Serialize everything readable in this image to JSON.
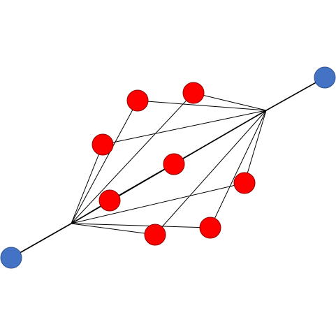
{
  "colors": {
    "background": "#ffffff",
    "line": "#000000",
    "endpoint_fill": "#4472c4",
    "endpoint_stroke": "#2f528f",
    "node_fill": "#ff0000",
    "node_stroke": "#8b0000"
  },
  "diagram": {
    "endpoints": [
      {
        "id": "endpoint-top-right"
      },
      {
        "id": "endpoint-bottom-left"
      }
    ],
    "hubs": [
      {
        "id": "hub-upper"
      },
      {
        "id": "hub-lower"
      }
    ],
    "nodes": [
      {
        "id": "node-1"
      },
      {
        "id": "node-2"
      },
      {
        "id": "node-3"
      },
      {
        "id": "node-4"
      },
      {
        "id": "node-5"
      },
      {
        "id": "node-6"
      },
      {
        "id": "node-7"
      },
      {
        "id": "node-8"
      }
    ]
  }
}
